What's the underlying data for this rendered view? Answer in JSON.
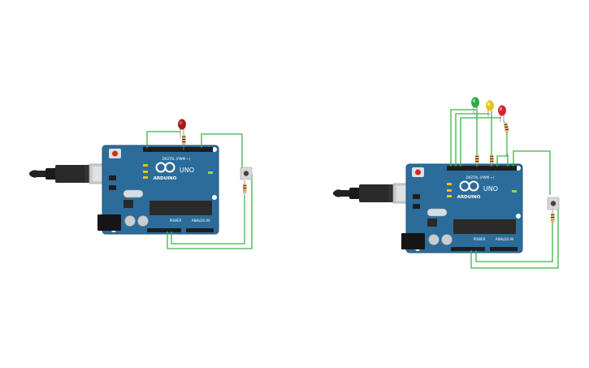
{
  "colors": {
    "board": "#2C6C9A",
    "board_edge": "#1F5479",
    "wire": "#3FB24A",
    "led_red": "#D7262B",
    "led_dark_red": "#A61B1B",
    "led_green": "#2EA84A",
    "led_yellow": "#E6C21B",
    "chip": "#2A2A2A",
    "header": "#1E1E1E",
    "usb_metal": "#C9CDD1",
    "usb_cable": "#222222",
    "resistor": "#D9B77E",
    "button_body": "#D8D8D8"
  },
  "circuits": [
    {
      "board": {
        "brand": "ARDUINO",
        "model": "UNO",
        "digital_label": "DIGITAL (PWM ~)",
        "power_label": "POWER",
        "analog_label": "ANALOG IN"
      },
      "leds": [
        {
          "color_name": "dark-red",
          "color": "#A61B1B"
        }
      ],
      "components": [
        "led",
        "resistor",
        "pushbutton",
        "resistor"
      ]
    },
    {
      "board": {
        "brand": "ARDUINO",
        "model": "UNO",
        "digital_label": "DIGITAL (PWM ~)",
        "power_label": "POWER",
        "analog_label": "ANALOG IN"
      },
      "leds": [
        {
          "color_name": "green",
          "color": "#2EA84A"
        },
        {
          "color_name": "yellow",
          "color": "#E6C21B"
        },
        {
          "color_name": "red",
          "color": "#D7262B"
        }
      ],
      "components": [
        "led",
        "led",
        "led",
        "resistor",
        "resistor",
        "resistor",
        "pushbutton",
        "resistor"
      ]
    }
  ]
}
